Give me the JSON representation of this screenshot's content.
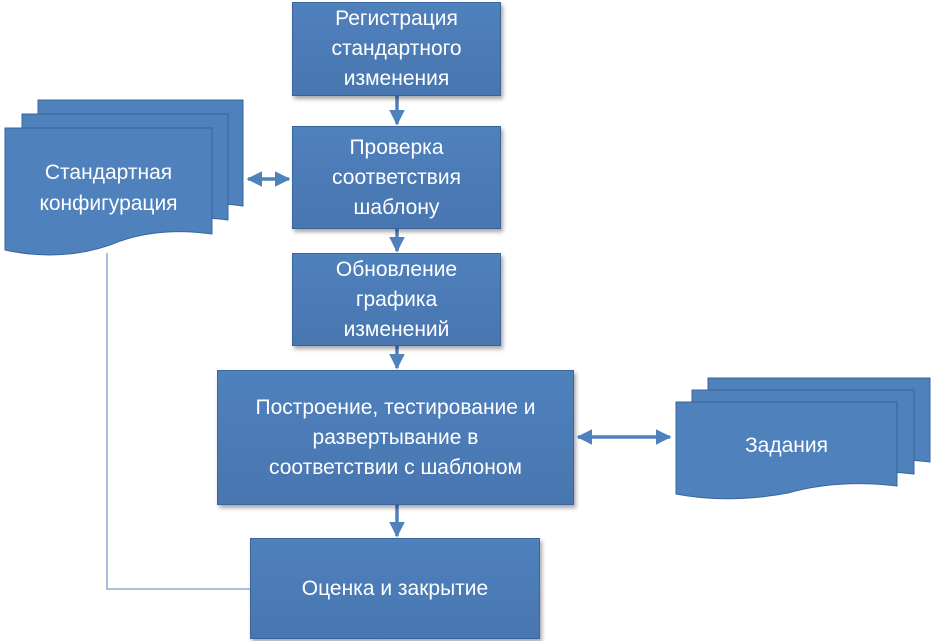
{
  "diagram": {
    "nodes": {
      "registration": "Регистрация\nстандартного\nизменения",
      "template_check": "Проверка\nсоответствия\nшаблону",
      "schedule_update": "Обновление\nграфика\nизменений",
      "build_test_deploy": "Построение, тестирование и\nразвертывание в\nсоответствии с шаблоном",
      "evaluate_close": "Оценка и закрытие",
      "standard_config": "Стандартная\nконфигурация",
      "tasks": "Задания"
    },
    "edges": [
      {
        "from": "registration",
        "to": "template_check",
        "type": "arrow"
      },
      {
        "from": "template_check",
        "to": "schedule_update",
        "type": "arrow"
      },
      {
        "from": "schedule_update",
        "to": "build_test_deploy",
        "type": "arrow"
      },
      {
        "from": "build_test_deploy",
        "to": "evaluate_close",
        "type": "arrow"
      },
      {
        "from": "standard_config",
        "to": "template_check",
        "type": "double-arrow"
      },
      {
        "from": "build_test_deploy",
        "to": "tasks",
        "type": "double-arrow"
      },
      {
        "from": "standard_config",
        "to": "evaluate_close",
        "type": "line"
      }
    ],
    "colors": {
      "fill": "#4f81bd",
      "border": "#3a659c",
      "text": "#ffffff",
      "connector": "#4f81bd"
    }
  }
}
